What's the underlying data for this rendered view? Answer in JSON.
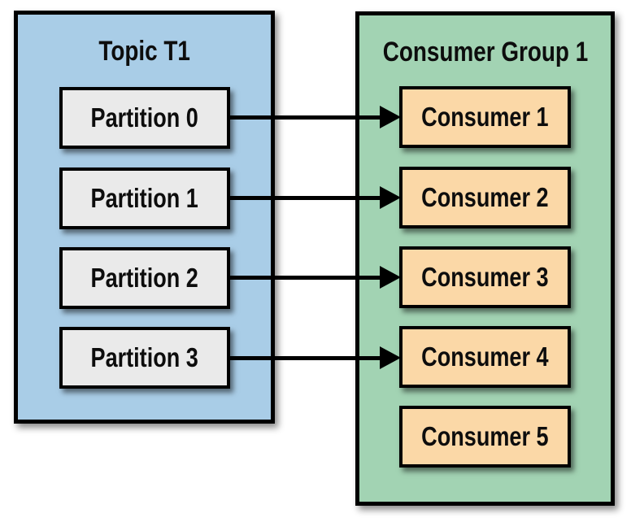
{
  "topic": {
    "title": "Topic T1",
    "partitions": [
      "Partition 0",
      "Partition 1",
      "Partition 2",
      "Partition 3"
    ]
  },
  "consumer_group": {
    "title": "Consumer Group 1",
    "consumers": [
      "Consumer 1",
      "Consumer 2",
      "Consumer 3",
      "Consumer 4",
      "Consumer 5"
    ]
  },
  "connections": [
    {
      "from": "Partition 0",
      "to": "Consumer 1"
    },
    {
      "from": "Partition 1",
      "to": "Consumer 2"
    },
    {
      "from": "Partition 2",
      "to": "Consumer 3"
    },
    {
      "from": "Partition 3",
      "to": "Consumer 4"
    }
  ],
  "colors": {
    "background": "#ffffff",
    "topic_fill": "#a9cde7",
    "group_fill": "#a2d3b3",
    "partition_fill": "#eaeaea",
    "consumer_fill": "#fbd8a7",
    "border": "#000000",
    "arrow": "#000000"
  }
}
